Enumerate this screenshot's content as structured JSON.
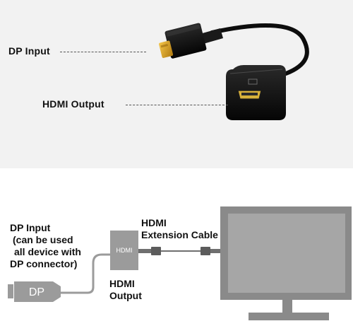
{
  "product_photo": {
    "callouts": {
      "dp_input": "DP Input",
      "hdmi_output": "HDMI Output"
    },
    "port_icon": "hdmi-port-icon"
  },
  "connection_diagram": {
    "dp_source_label": {
      "line1": "DP Input",
      "line2": "(can be used",
      "line3": "all device with",
      "line4": "DP connector)"
    },
    "dp_plug_text": "DP",
    "adapter_box_text": "HDMI",
    "hdmi_output_label": {
      "line1": "HDMI",
      "line2": "Output"
    },
    "extension_cable_label": {
      "line1": "HDMI",
      "line2": "Extension Cable"
    },
    "display_icon": "monitor-icon",
    "colors": {
      "diagram_gray": "#9b9b9b",
      "monitor_frame": "#8a8a8a",
      "monitor_screen": "#a6a6a6",
      "photo_background": "#f2f2f2"
    }
  }
}
